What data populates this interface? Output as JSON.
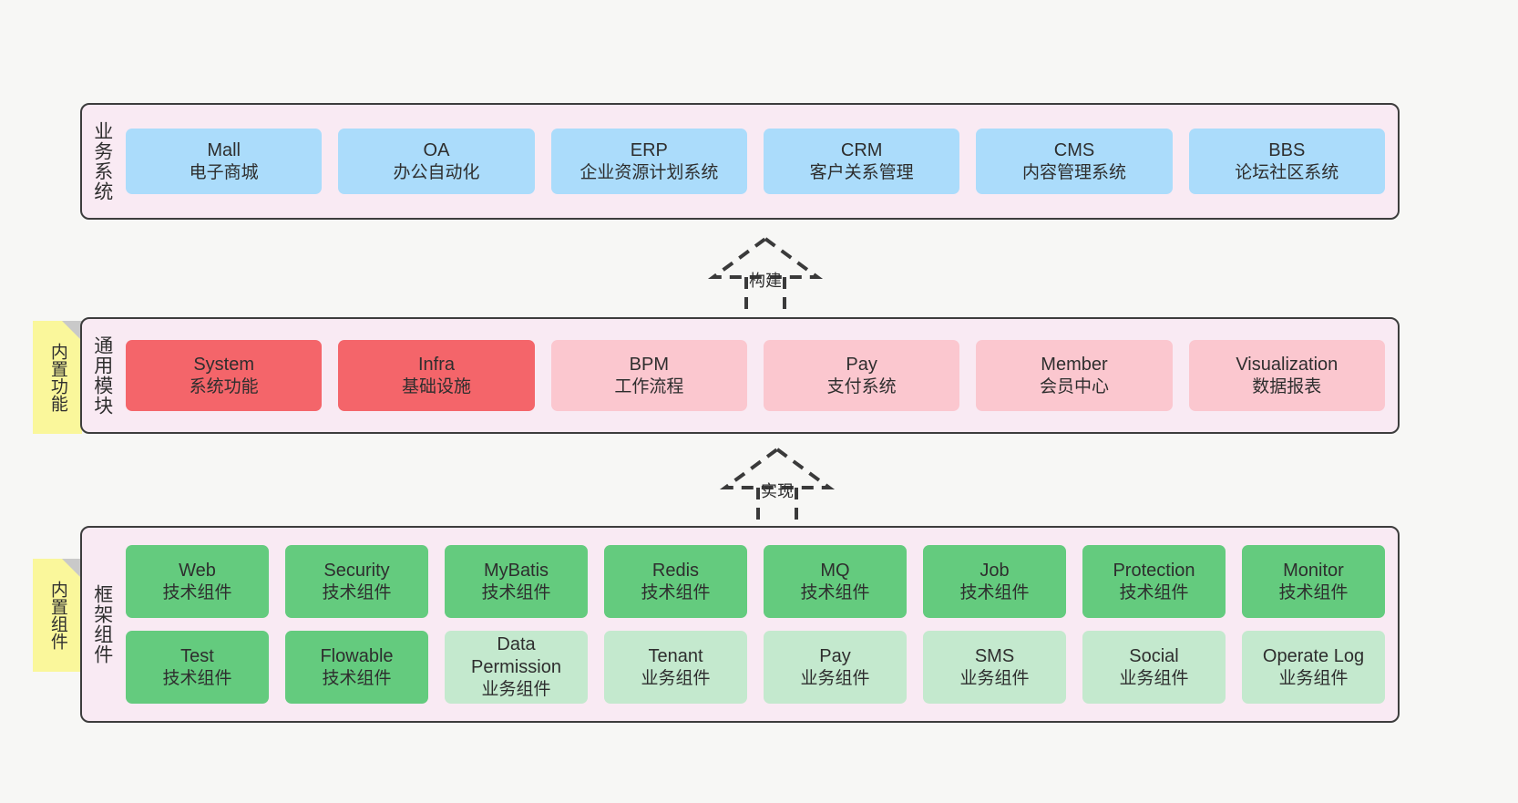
{
  "layers": [
    {
      "id": "business",
      "label": "业务系统",
      "sticky": null,
      "rows": [
        {
          "style": "blue",
          "tiles": [
            {
              "en": "Mall",
              "cn": "电子商城"
            },
            {
              "en": "OA",
              "cn": "办公自动化"
            },
            {
              "en": "ERP",
              "cn": "企业资源计划系统"
            },
            {
              "en": "CRM",
              "cn": "客户关系管理"
            },
            {
              "en": "CMS",
              "cn": "内容管理系统"
            },
            {
              "en": "BBS",
              "cn": "论坛社区系统"
            }
          ]
        }
      ]
    },
    {
      "id": "common",
      "label": "通用模块",
      "sticky": "内置功能",
      "rows": [
        {
          "style": "mixed",
          "tiles": [
            {
              "en": "System",
              "cn": "系统功能",
              "style": "red"
            },
            {
              "en": "Infra",
              "cn": "基础设施",
              "style": "red"
            },
            {
              "en": "BPM",
              "cn": "工作流程",
              "style": "pink"
            },
            {
              "en": "Pay",
              "cn": "支付系统",
              "style": "pink"
            },
            {
              "en": "Member",
              "cn": "会员中心",
              "style": "pink"
            },
            {
              "en": "Visualization",
              "cn": "数据报表",
              "style": "pink"
            }
          ]
        }
      ]
    },
    {
      "id": "framework",
      "label": "框架组件",
      "sticky": "内置组件",
      "rows": [
        {
          "style": "green-dark",
          "tiles": [
            {
              "en": "Web",
              "cn": "技术组件"
            },
            {
              "en": "Security",
              "cn": "技术组件"
            },
            {
              "en": "MyBatis",
              "cn": "技术组件"
            },
            {
              "en": "Redis",
              "cn": "技术组件"
            },
            {
              "en": "MQ",
              "cn": "技术组件"
            },
            {
              "en": "Job",
              "cn": "技术组件"
            },
            {
              "en": "Protection",
              "cn": "技术组件"
            },
            {
              "en": "Monitor",
              "cn": "技术组件"
            }
          ]
        },
        {
          "style": "mixed",
          "tiles": [
            {
              "en": "Test",
              "cn": "技术组件",
              "style": "green-dark"
            },
            {
              "en": "Flowable",
              "cn": "技术组件",
              "style": "green-dark"
            },
            {
              "en": "Data Permission",
              "cn": "业务组件",
              "style": "green-light"
            },
            {
              "en": "Tenant",
              "cn": "业务组件",
              "style": "green-light"
            },
            {
              "en": "Pay",
              "cn": "业务组件",
              "style": "green-light"
            },
            {
              "en": "SMS",
              "cn": "业务组件",
              "style": "green-light"
            },
            {
              "en": "Social",
              "cn": "业务组件",
              "style": "green-light"
            },
            {
              "en": "Operate Log",
              "cn": "业务组件",
              "style": "green-light"
            }
          ]
        }
      ]
    }
  ],
  "arrows": [
    {
      "id": "build",
      "label": "构建"
    },
    {
      "id": "implement",
      "label": "实现"
    }
  ],
  "colors": {
    "canvas": "#F7F7F5",
    "band_bg": "#F9EAF3",
    "band_border": "#3D3D3D",
    "blue": "#ABDCFB",
    "red": "#F4656A",
    "pink": "#FBC7CF",
    "green_dark": "#64CB7E",
    "green_light": "#C4E9CE",
    "sticky_yellow": "#FAF79B",
    "sticky_fold": "#C9C9C9",
    "arrow": "#3A3A3A"
  }
}
